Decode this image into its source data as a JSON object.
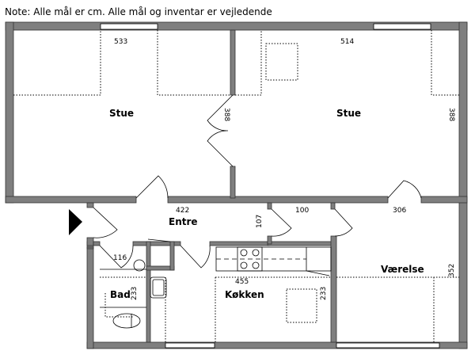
{
  "note": "Note: Alle mål er cm. Alle mål og inventar er vejledende",
  "rooms": {
    "stue_left": {
      "label": "Stue",
      "width": "533",
      "depth": "388"
    },
    "stue_right": {
      "label": "Stue",
      "width": "514",
      "depth": "388"
    },
    "entre": {
      "label": "Entre",
      "width": "422",
      "depth": "107"
    },
    "hall": {
      "width": "100"
    },
    "vaerelse": {
      "label": "Værelse",
      "width": "306",
      "depth": "352"
    },
    "bad": {
      "label": "Bad",
      "width": "116",
      "depth": "233"
    },
    "kokken": {
      "label": "Køkken",
      "width": "455",
      "depth": "233"
    }
  },
  "colors": {
    "wall": "#7f7f7f",
    "line": "#000000"
  }
}
